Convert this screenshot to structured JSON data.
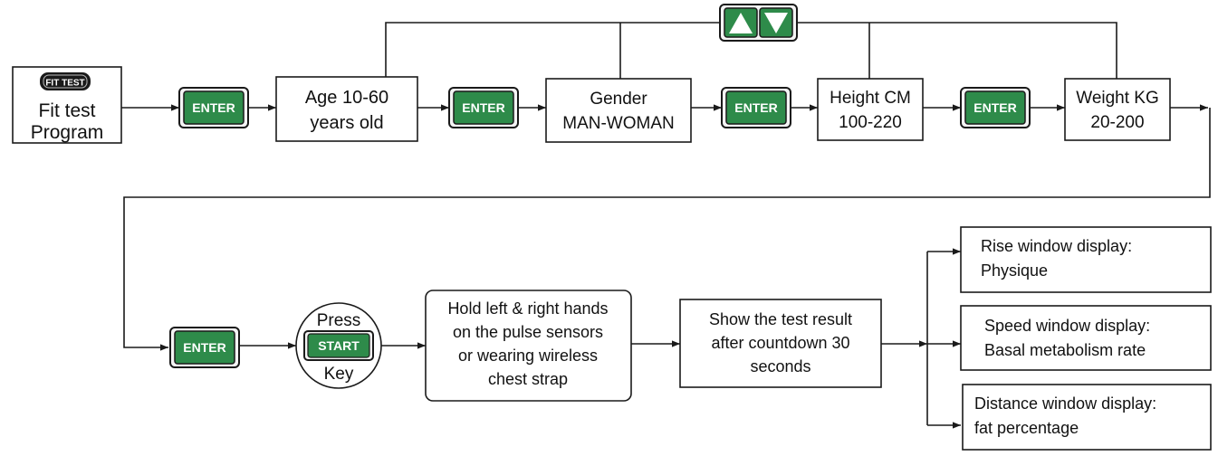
{
  "flow": {
    "start": {
      "badge": "FIT TEST",
      "line1": "Fit test",
      "line2": "Program"
    },
    "enter_label": "ENTER",
    "age": {
      "line1": "Age 10-60",
      "line2": "years old"
    },
    "gender": {
      "line1": "Gender",
      "line2": "MAN-WOMAN"
    },
    "height": {
      "line1": "Height CM",
      "line2": "100-220"
    },
    "weight": {
      "line1": "Weight KG",
      "line2": "20-200"
    },
    "press": {
      "top": "Press",
      "key": "START",
      "bottom": "Key"
    },
    "hold": {
      "line1": "Hold left & right hands",
      "line2": "on the pulse sensors",
      "line3": "or wearing wireless",
      "line4": "chest strap"
    },
    "result": {
      "line1": "Show the test result",
      "line2": "after countdown 30",
      "line3": "seconds"
    },
    "outputs": [
      {
        "line1": "Rise window display:",
        "line2": "Physique"
      },
      {
        "line1": "Speed window display:",
        "line2": "Basal metabolism rate"
      },
      {
        "line1": "Distance window display:",
        "line2": "fat percentage"
      }
    ]
  },
  "colors": {
    "key_green": "#2e8b4a",
    "key_frame": "#1a1a1a",
    "line": "#1a1a1a"
  },
  "icons": [
    "up-arrow-icon",
    "down-arrow-icon"
  ]
}
